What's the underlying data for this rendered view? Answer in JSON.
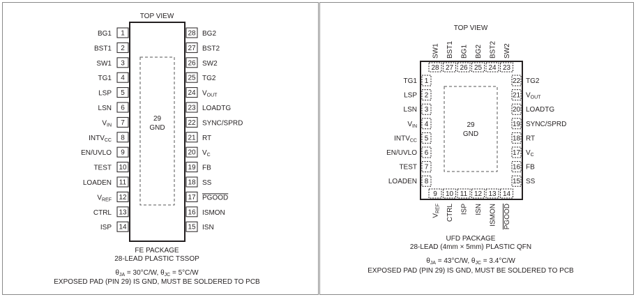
{
  "tssop": {
    "title": "TOP VIEW",
    "body_pin": "29",
    "body_label": "GND",
    "left_pins": [
      {
        "num": "1",
        "name": "BG1"
      },
      {
        "num": "2",
        "name": "BST1"
      },
      {
        "num": "3",
        "name": "SW1"
      },
      {
        "num": "4",
        "name": "TG1"
      },
      {
        "num": "5",
        "name": "LSP"
      },
      {
        "num": "6",
        "name": "LSN"
      },
      {
        "num": "7",
        "name": "V",
        "sub": "IN"
      },
      {
        "num": "8",
        "name": "INTV",
        "sub": "CC"
      },
      {
        "num": "9",
        "name": "EN/UVLO"
      },
      {
        "num": "10",
        "name": "TEST"
      },
      {
        "num": "11",
        "name": "LOADEN"
      },
      {
        "num": "12",
        "name": "V",
        "sub": "REF"
      },
      {
        "num": "13",
        "name": "CTRL"
      },
      {
        "num": "14",
        "name": "ISP"
      }
    ],
    "right_pins": [
      {
        "num": "28",
        "name": "BG2"
      },
      {
        "num": "27",
        "name": "BST2"
      },
      {
        "num": "26",
        "name": "SW2"
      },
      {
        "num": "25",
        "name": "TG2"
      },
      {
        "num": "24",
        "name": "V",
        "sub": "OUT"
      },
      {
        "num": "23",
        "name": "LOADTG"
      },
      {
        "num": "22",
        "name": "SYNC/SPRD"
      },
      {
        "num": "21",
        "name": "RT"
      },
      {
        "num": "20",
        "name": "V",
        "sub": "C"
      },
      {
        "num": "19",
        "name": "FB"
      },
      {
        "num": "18",
        "name": "SS"
      },
      {
        "num": "17",
        "name": "PGOOD",
        "overline": true
      },
      {
        "num": "16",
        "name": "ISMON"
      },
      {
        "num": "15",
        "name": "ISN"
      }
    ],
    "package_line1": "FE PACKAGE",
    "package_line2": "28-LEAD PLASTIC TSSOP",
    "thermal": {
      "ja_sym": "θ",
      "ja_sub": "JA",
      "ja_val": " = 30°C/W, ",
      "jc_sym": "θ",
      "jc_sub": "JC",
      "jc_val": " = 5°C/W"
    },
    "note": "EXPOSED PAD (PIN 29) IS GND, MUST BE SOLDERED TO PCB"
  },
  "qfn": {
    "title": "TOP VIEW",
    "body_pin": "29",
    "body_label": "GND",
    "top_pins": [
      {
        "num": "28",
        "name": "SW1"
      },
      {
        "num": "27",
        "name": "BST1"
      },
      {
        "num": "26",
        "name": "BG1"
      },
      {
        "num": "25",
        "name": "BG2"
      },
      {
        "num": "24",
        "name": "BST2"
      },
      {
        "num": "23",
        "name": "SW2"
      }
    ],
    "left_pins": [
      {
        "num": "1",
        "name": "TG1"
      },
      {
        "num": "2",
        "name": "LSP"
      },
      {
        "num": "3",
        "name": "LSN"
      },
      {
        "num": "4",
        "name": "V",
        "sub": "IN"
      },
      {
        "num": "5",
        "name": "INTV",
        "sub": "CC"
      },
      {
        "num": "6",
        "name": "EN/UVLO"
      },
      {
        "num": "7",
        "name": "TEST"
      },
      {
        "num": "8",
        "name": "LOADEN"
      }
    ],
    "right_pins": [
      {
        "num": "22",
        "name": "TG2"
      },
      {
        "num": "21",
        "name": "V",
        "sub": "OUT"
      },
      {
        "num": "20",
        "name": "LOADTG"
      },
      {
        "num": "19",
        "name": "SYNC/SPRD"
      },
      {
        "num": "18",
        "name": "RT"
      },
      {
        "num": "17",
        "name": "V",
        "sub": "C"
      },
      {
        "num": "16",
        "name": "FB"
      },
      {
        "num": "15",
        "name": "SS"
      }
    ],
    "bottom_pins": [
      {
        "num": "9",
        "name": "V",
        "sub": "REF"
      },
      {
        "num": "10",
        "name": "CTRL"
      },
      {
        "num": "11",
        "name": "ISP"
      },
      {
        "num": "12",
        "name": "ISN"
      },
      {
        "num": "13",
        "name": "ISMON"
      },
      {
        "num": "14",
        "name": "PGOOD",
        "overline": true
      }
    ],
    "package_line1": "UFD PACKAGE",
    "package_line2": "28-LEAD (4mm × 5mm) PLASTIC QFN",
    "thermal": {
      "ja_sym": "θ",
      "ja_sub": "JA",
      "ja_val": " = 43°C/W, ",
      "jc_sym": "θ",
      "jc_sub": "JC",
      "jc_val": " = 3.4°C/W"
    },
    "note": "EXPOSED PAD (PIN 29) IS GND, MUST BE SOLDERED TO PCB"
  }
}
